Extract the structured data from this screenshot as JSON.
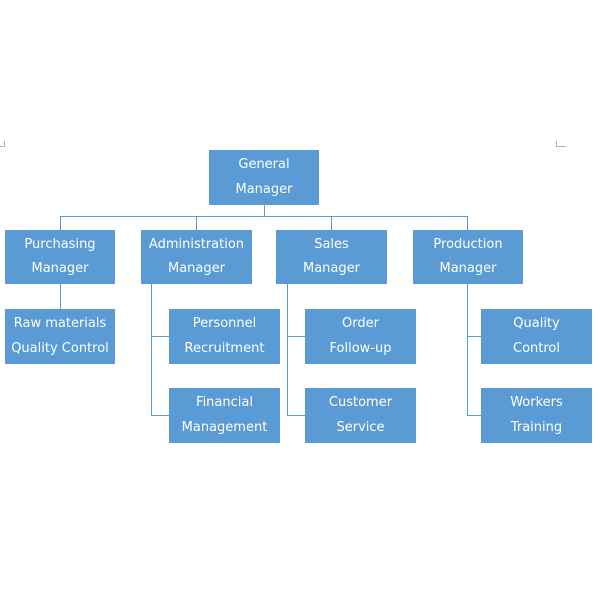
{
  "colors": {
    "box_fill": "#5b9bd5",
    "connector": "#5b9bd5",
    "text": "#ffffff"
  },
  "nodes": {
    "general": {
      "line1": "General",
      "line2": "Manager"
    },
    "purchasing": {
      "line1": "Purchasing",
      "line2": "Manager"
    },
    "administration": {
      "line1": "Administration",
      "line2": "Manager"
    },
    "sales": {
      "line1": "Sales",
      "line2": "Manager"
    },
    "production": {
      "line1": "Production",
      "line2": "Manager"
    },
    "raw_materials": {
      "line1": "Raw materials",
      "line2": "Quality Control"
    },
    "personnel": {
      "line1": "Personnel",
      "line2": "Recruitment"
    },
    "financial": {
      "line1": "Financial",
      "line2": "Management"
    },
    "order": {
      "line1": "Order",
      "line2": "Follow-up"
    },
    "customer": {
      "line1": "Customer",
      "line2": "Service"
    },
    "quality": {
      "line1": "Quality",
      "line2": "Control"
    },
    "workers": {
      "line1": "Workers",
      "line2": "Training"
    }
  }
}
